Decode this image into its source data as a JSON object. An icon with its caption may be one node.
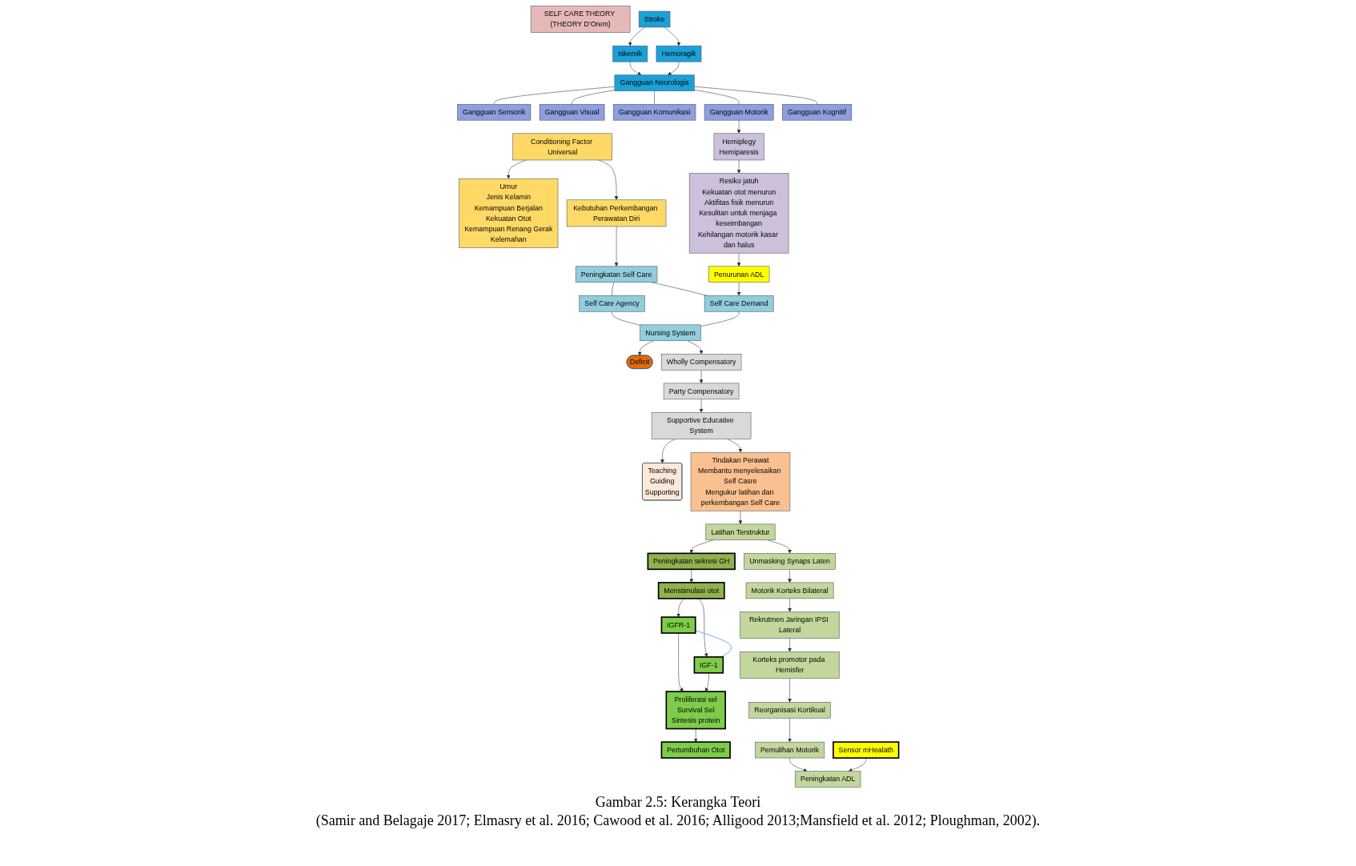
{
  "diagram": {
    "caption": "Gambar 2.5: Kerangka Teori",
    "nodes": [
      {
        "text": [
          "SELF CARE THEORY (THEORY D’Orem)"
        ]
      },
      {
        "text": [
          "Conditioning Factor Universal"
        ]
      },
      {
        "text": [
          "Umur",
          "Jenis Kelamin",
          "Kemampuan Berjalan",
          "Kekuatan Otot",
          "Kemampuan Renang Gerak",
          "Kelemahan"
        ]
      },
      {
        "text": [
          "Kebutuhan Perkembangan Perawatan Diri"
        ]
      },
      {
        "text": [
          "Peningkatan Self Care"
        ]
      },
      {
        "text": [
          "Self Care Agency"
        ]
      },
      {
        "text": [
          "Self Care Demand"
        ]
      },
      {
        "text": [
          "Deficit"
        ]
      },
      {
        "text": [
          "Nursing System"
        ]
      },
      {
        "text": [
          "Wholly Compensatory"
        ]
      },
      {
        "text": [
          "Party Compensatory"
        ]
      },
      {
        "text": [
          "Supportive Educative System"
        ]
      },
      {
        "text": [
          "Teaching",
          "Guiding",
          "Supporting"
        ]
      },
      {
        "text": [
          "Tindakan Perawat",
          "Membantu menyelesaikan Self Casre",
          "Mengukur latihan dan perkembangan Self Care"
        ]
      },
      {
        "text": [
          "Stroke"
        ]
      },
      {
        "text": [
          "Iskemik"
        ]
      },
      {
        "text": [
          "Hemoragik"
        ]
      },
      {
        "text": [
          "Gangguan Neurologis"
        ]
      },
      {
        "text": [
          "Gangguan Sensorik"
        ]
      },
      {
        "text": [
          "Gangguan Visual"
        ]
      },
      {
        "text": [
          "Gangguan Komunikasi"
        ]
      },
      {
        "text": [
          "Gangguan Motorik"
        ]
      },
      {
        "text": [
          "Gangguan Kognitif"
        ]
      },
      {
        "text": [
          "Hemiplegy",
          "Hemiparesis"
        ]
      },
      {
        "text": [
          "Resiko jatuh",
          "Kekuatan otot menurun",
          "Aktifitas fisik menurun",
          "Kesulitan untuk menjaga keseimbangan",
          "Kehilangan motorik kasar dan halus"
        ]
      },
      {
        "text": [
          "Penurunan ADL"
        ]
      },
      {
        "text": [
          "Latihan Terstruktur"
        ]
      },
      {
        "text": [
          "Peningkatan sekresi GH"
        ]
      },
      {
        "text": [
          "Menstimulasi otot"
        ]
      },
      {
        "text": [
          "IGFR-1"
        ]
      },
      {
        "text": [
          "IGF-1"
        ]
      },
      {
        "text": [
          "Proliferasi sel",
          "Survival Sel",
          "Sintesis protein"
        ]
      },
      {
        "text": [
          "Pertumbuhan Otot"
        ]
      },
      {
        "text": [
          "Unmasking Synaps Laten"
        ]
      },
      {
        "text": [
          "Motorik Korteks Bilateral"
        ]
      },
      {
        "text": [
          "Rekrutmen Jaringan IPSI Lateral"
        ]
      },
      {
        "text": [
          "Korteks promotor pada Hemisfer"
        ]
      },
      {
        "text": [
          "Reorganisasi Kortikual"
        ]
      },
      {
        "text": [
          "Pemulihan Motorik"
        ]
      },
      {
        "text": [
          "Peningkatan ADL"
        ]
      },
      {
        "text": [
          "Sensor mHealath"
        ]
      }
    ],
    "edges": [
      {
        "from": 1,
        "to": 2,
        "arrow": "to"
      },
      {
        "from": 1,
        "to": 3,
        "arrow": "to"
      },
      {
        "from": 3,
        "to": 4,
        "arrow": "to"
      },
      {
        "from": 4,
        "to": 5,
        "arrow": "none"
      },
      {
        "from": 4,
        "to": 6,
        "arrow": "none"
      },
      {
        "from": 5,
        "to": 8,
        "arrow": "none"
      },
      {
        "from": 6,
        "to": 8,
        "arrow": "none"
      },
      {
        "from": 8,
        "to": 7,
        "arrow": "to"
      },
      {
        "from": 8,
        "to": 9,
        "arrow": "to"
      },
      {
        "from": 9,
        "to": 10,
        "arrow": "to"
      },
      {
        "from": 10,
        "to": 11,
        "arrow": "to"
      },
      {
        "from": 11,
        "to": 13,
        "arrow": "to"
      },
      {
        "from": 11,
        "to": 12,
        "arrow": "to"
      },
      {
        "from": 14,
        "to": 15,
        "arrow": "to"
      },
      {
        "from": 14,
        "to": 16,
        "arrow": "to"
      },
      {
        "from": 15,
        "to": 17,
        "arrow": "to"
      },
      {
        "from": 16,
        "to": 17,
        "arrow": "to"
      },
      {
        "from": 17,
        "to": 18,
        "arrow": "none"
      },
      {
        "from": 17,
        "to": 19,
        "arrow": "none"
      },
      {
        "from": 17,
        "to": 20,
        "arrow": "none"
      },
      {
        "from": 17,
        "to": 21,
        "arrow": "none"
      },
      {
        "from": 17,
        "to": 22,
        "arrow": "none"
      },
      {
        "from": 21,
        "to": 23,
        "arrow": "to"
      },
      {
        "from": 23,
        "to": 24,
        "arrow": "to"
      },
      {
        "from": 24,
        "to": 25,
        "arrow": "to"
      },
      {
        "from": 25,
        "to": 6,
        "arrow": "to"
      },
      {
        "from": 13,
        "to": 26,
        "arrow": "to"
      },
      {
        "from": 26,
        "to": 27,
        "arrow": "to"
      },
      {
        "from": 27,
        "to": 28,
        "arrow": "to"
      },
      {
        "from": 28,
        "to": 29,
        "arrow": "to"
      },
      {
        "from": 28,
        "to": 30,
        "arrow": "to"
      },
      {
        "from": 29,
        "to": 30,
        "arrow": "none",
        "color": "#5b9bd5"
      },
      {
        "from": 29,
        "to": 31,
        "arrow": "to"
      },
      {
        "from": 30,
        "to": 31,
        "arrow": "to"
      },
      {
        "from": 31,
        "to": 32,
        "arrow": "to"
      },
      {
        "from": 26,
        "to": 33,
        "arrow": "to"
      },
      {
        "from": 33,
        "to": 34,
        "arrow": "to"
      },
      {
        "from": 34,
        "to": 35,
        "arrow": "to"
      },
      {
        "from": 35,
        "to": 36,
        "arrow": "to"
      },
      {
        "from": 36,
        "to": 37,
        "arrow": "to"
      },
      {
        "from": 37,
        "to": 38,
        "arrow": "to"
      },
      {
        "from": 38,
        "to": 39,
        "arrow": "to"
      },
      {
        "from": 40,
        "to": 39,
        "arrow": "to"
      }
    ],
    "labels": [
      "(Samir and Belagaje 2017; Elmasry et al. 2016; Cawood et al. 2016; Alligood 2013;Mansfield et al. 2012; Ploughman, 2002)."
    ]
  }
}
